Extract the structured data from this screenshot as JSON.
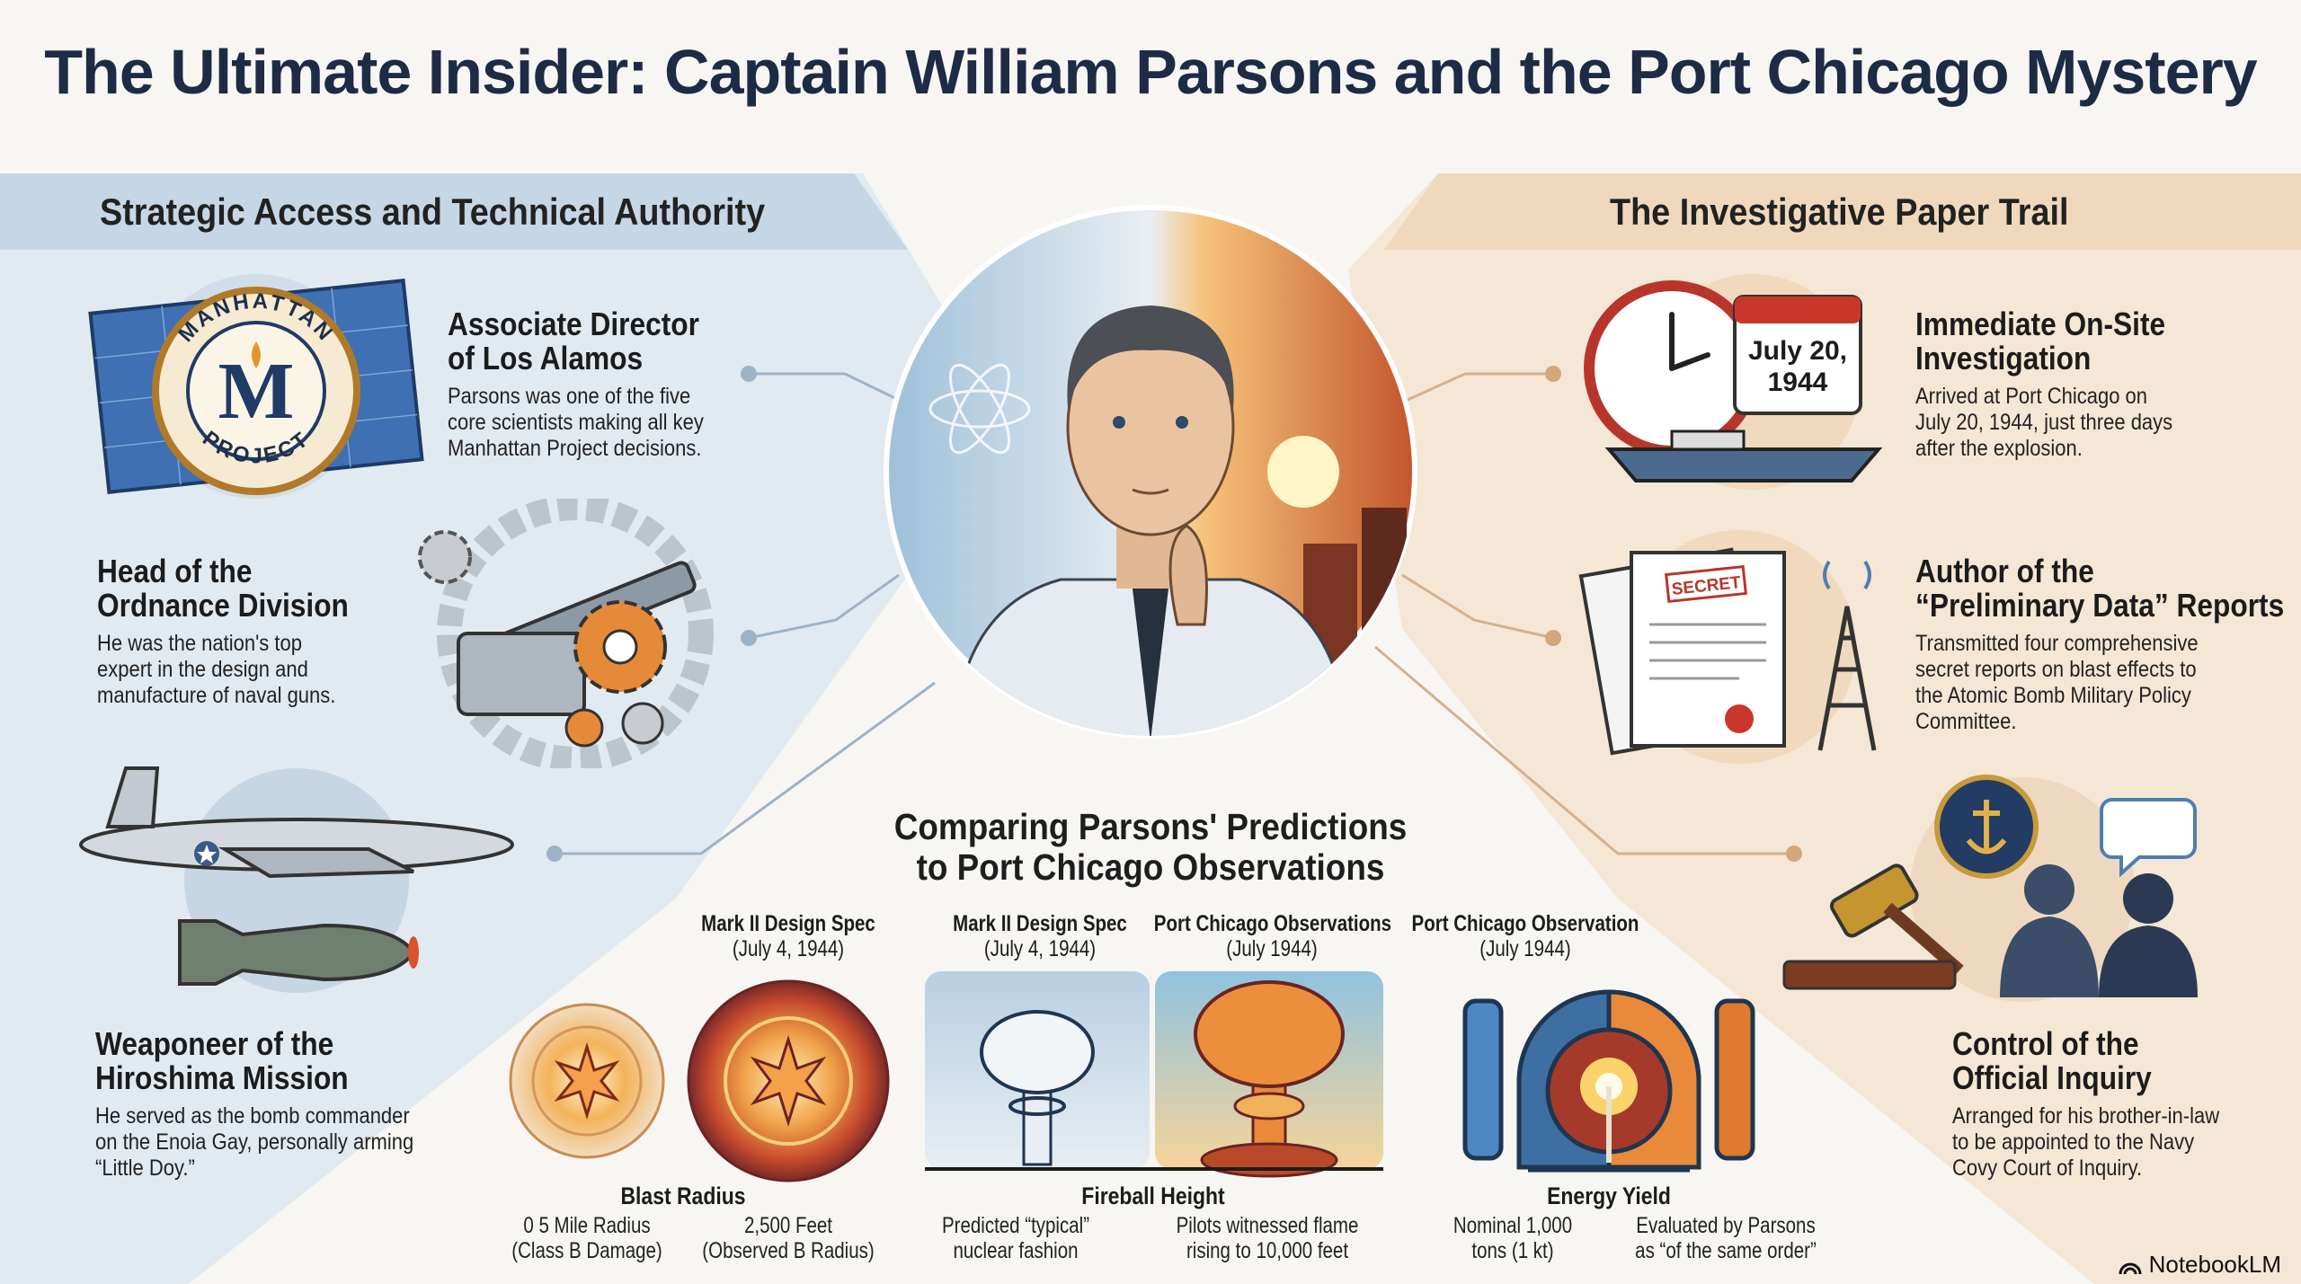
{
  "header": {
    "title_bold": "The Ultimate Insider:",
    "title_regular": " Captain William Parsons and the Port Chicago Mystery"
  },
  "left_section": {
    "heading": "Strategic Access and Technical Authority",
    "items": [
      {
        "title_line1": "Associate Director",
        "title_line2": "of Los Alamos",
        "body": [
          "Parsons was one of the five",
          "core scientists making all key",
          "Manhattan Project decisions."
        ]
      },
      {
        "title_line1": "Head of the",
        "title_line2": "Ordnance Division",
        "body": [
          "He was the nation's top",
          "expert in the design and",
          "manufacture of naval guns."
        ]
      },
      {
        "title_line1": "Weaponeer of the",
        "title_line2": "Hiroshima Mission",
        "body": [
          "He served as the bomb commander",
          "on the Enoia Gay, personally arming",
          "“Little Doy.”"
        ]
      }
    ],
    "badge": {
      "top_text": "MANHATTAN",
      "bottom_text": "PROJECT",
      "letter": "M"
    }
  },
  "right_section": {
    "heading": "The Investigative Paper Trail",
    "items": [
      {
        "title_line1": "Immediate On-Site",
        "title_line2": "Investigation",
        "body": [
          "Arrived at Port Chicago on",
          "July 20, 1944, just three days",
          "after the explosion."
        ]
      },
      {
        "title_line1": "Author of the",
        "title_line2": "“Preliminary Data” Reports",
        "body": [
          "Transmitted four comprehensive",
          "secret reports on blast effects to",
          "the Atomic Bomb Military Policy",
          "Committee."
        ]
      },
      {
        "title_line1": "Control of the",
        "title_line2": "Official Inquiry",
        "body": [
          "Arranged for his brother-in-law",
          "to be appointed to the Navy",
          "Covy Court of Inquiry."
        ]
      }
    ],
    "calendar": {
      "line1": "July 20,",
      "line2": "1944"
    },
    "stamp": "SECRET"
  },
  "comparison": {
    "title_line1": "Comparing Parsons' Predictions",
    "title_line2": "to Port Chicago Observations",
    "blast": {
      "label_title": "Mark II Design Spec",
      "label_date": "(July 4, 1944)",
      "metric": "Blast Radius",
      "left": [
        "0 5 Mile Radius",
        "(Class B Damage)"
      ],
      "right": [
        "2,500 Feet",
        "(Observed B Radius)"
      ]
    },
    "fireball": {
      "label1_title": "Mark II Design Spec",
      "label1_date": "(July 4, 1944)",
      "label2_title": "Port Chicago Observations",
      "label2_date": "(July 1944)",
      "metric": "Fireball Height",
      "left": [
        "Predicted “typical”",
        "nuclear fashion"
      ],
      "right": [
        "Pilots witnessed flame",
        "rising to 10,000 feet"
      ]
    },
    "energy": {
      "label_title": "Port Chicago Observation",
      "label_date": "(July 1944)",
      "metric": "Energy Yield",
      "left": [
        "Nominal 1,000",
        "tons (1 kt)"
      ],
      "right": [
        "Evaluated by Parsons",
        "as “of the same order”"
      ]
    }
  },
  "footer": {
    "brand": "NotebookLM"
  },
  "colors": {
    "title": "#1d2b45",
    "left_panel": "#dfe8f0",
    "left_banner": "#c4d4e2",
    "right_panel": "#f5e6d3",
    "right_banner": "#efd6b8"
  }
}
